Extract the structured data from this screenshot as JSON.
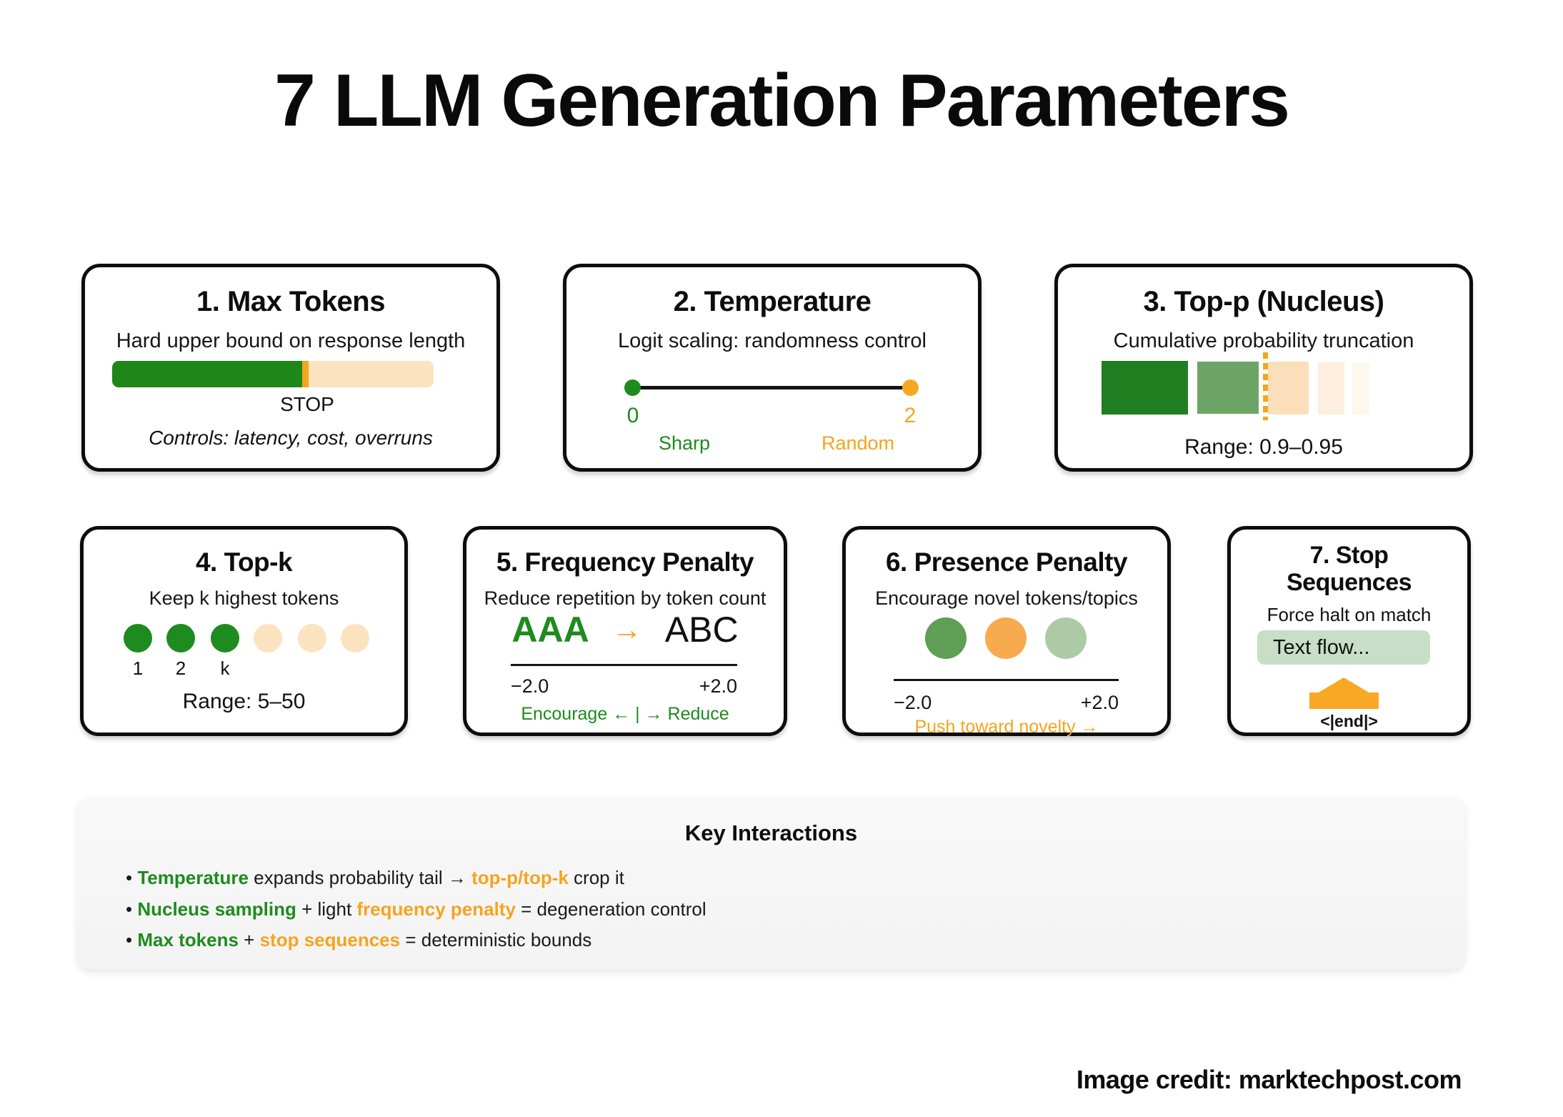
{
  "title": "7 LLM Generation Parameters",
  "credit": "Image credit: marktechpost.com",
  "colors": {
    "green_dark": "#1e8b1e",
    "green_bar": "#1e8718",
    "green_block": "#207d20",
    "sage": "#6da566",
    "sage_circle": "#5f9e55",
    "sage_light_circle": "#accba4",
    "orange": "#f5a41f",
    "orange_circle": "#f8aa4e",
    "orange_arrow": "#f9a825",
    "peach": "#fbe3c0",
    "peach_block_1": "#fbdfba",
    "peach_block_2": "#fdeedd",
    "peach_block_3": "#fef7ee",
    "stop_box_green": "#c8dec6",
    "panel_gray": "#f6f6f6"
  },
  "cards": {
    "max_tokens": {
      "title": "1. Max Tokens",
      "subtitle": "Hard upper bound on response length",
      "bar_label": "STOP",
      "note": "Controls: latency, cost, overruns"
    },
    "temperature": {
      "title": "2. Temperature",
      "subtitle": "Logit scaling: randomness control",
      "min": "0",
      "max": "2",
      "min_label": "Sharp",
      "max_label": "Random"
    },
    "top_p": {
      "title": "3. Top-p (Nucleus)",
      "subtitle": "Cumulative probability truncation",
      "range": "Range: 0.9–0.95"
    },
    "top_k": {
      "title": "4. Top-k",
      "subtitle": "Keep k highest tokens",
      "circle_labels": [
        "1",
        "2",
        "k"
      ],
      "range": "Range: 5–50"
    },
    "frequency_penalty": {
      "title": "5. Frequency Penalty",
      "subtitle": "Reduce repetition by token count",
      "before": "AAA",
      "arrow": "→",
      "after": "ABC",
      "min": "−2.0",
      "max": "+2.0",
      "scale_note": "Encourage ← | → Reduce"
    },
    "presence_penalty": {
      "title": "6. Presence Penalty",
      "subtitle": "Encourage novel tokens/topics",
      "min": "−2.0",
      "max": "+2.0",
      "scale_note": "Push toward novelty →"
    },
    "stop_sequences": {
      "title": "7. Stop Sequences",
      "subtitle": "Force halt on match",
      "flow_text": "Text flow...",
      "token": "<|end|>"
    }
  },
  "key_interactions": {
    "title": "Key Interactions",
    "bullet_char": "•",
    "bullets": [
      {
        "segments": [
          {
            "text": "Temperature",
            "style": "green"
          },
          {
            "text": " expands probability tail → ",
            "style": "plain"
          },
          {
            "text": "top-p/top-k",
            "style": "orange"
          },
          {
            "text": " crop it",
            "style": "plain"
          }
        ]
      },
      {
        "segments": [
          {
            "text": "Nucleus sampling",
            "style": "green"
          },
          {
            "text": " + light ",
            "style": "plain"
          },
          {
            "text": "frequency penalty",
            "style": "orange"
          },
          {
            "text": " = degeneration control",
            "style": "plain"
          }
        ]
      },
      {
        "segments": [
          {
            "text": "Max tokens",
            "style": "green"
          },
          {
            "text": " + ",
            "style": "plain"
          },
          {
            "text": "stop sequences",
            "style": "orange"
          },
          {
            "text": " = deterministic bounds",
            "style": "plain"
          }
        ]
      }
    ]
  }
}
